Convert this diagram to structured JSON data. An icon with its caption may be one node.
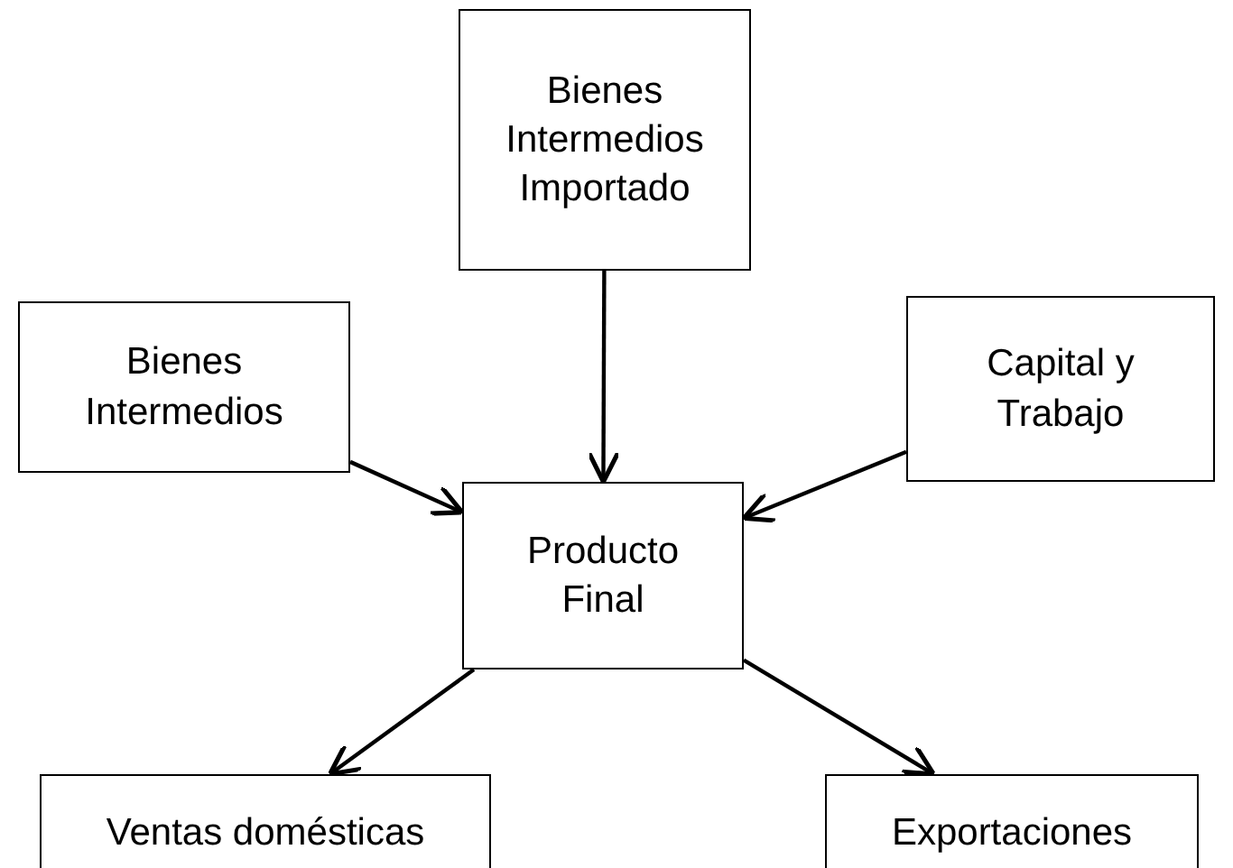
{
  "diagram": {
    "nodes": [
      {
        "text": [
          "Bienes Intermedios Importado"
        ]
      },
      {
        "text": [
          "Bienes Intermedios"
        ]
      },
      {
        "text": [
          "Capital y Trabajo"
        ]
      },
      {
        "text": [
          "Producto Final"
        ]
      },
      {
        "text": [
          "Ventas domésticas"
        ]
      },
      {
        "text": [
          "Exportaciones"
        ]
      }
    ],
    "edges": [
      {
        "from": 0,
        "to": 3,
        "arrow": "to"
      },
      {
        "from": 1,
        "to": 3,
        "arrow": "to"
      },
      {
        "from": 2,
        "to": 3,
        "arrow": "to"
      },
      {
        "from": 3,
        "to": 4,
        "arrow": "to"
      },
      {
        "from": 3,
        "to": 5,
        "arrow": "to"
      }
    ]
  }
}
